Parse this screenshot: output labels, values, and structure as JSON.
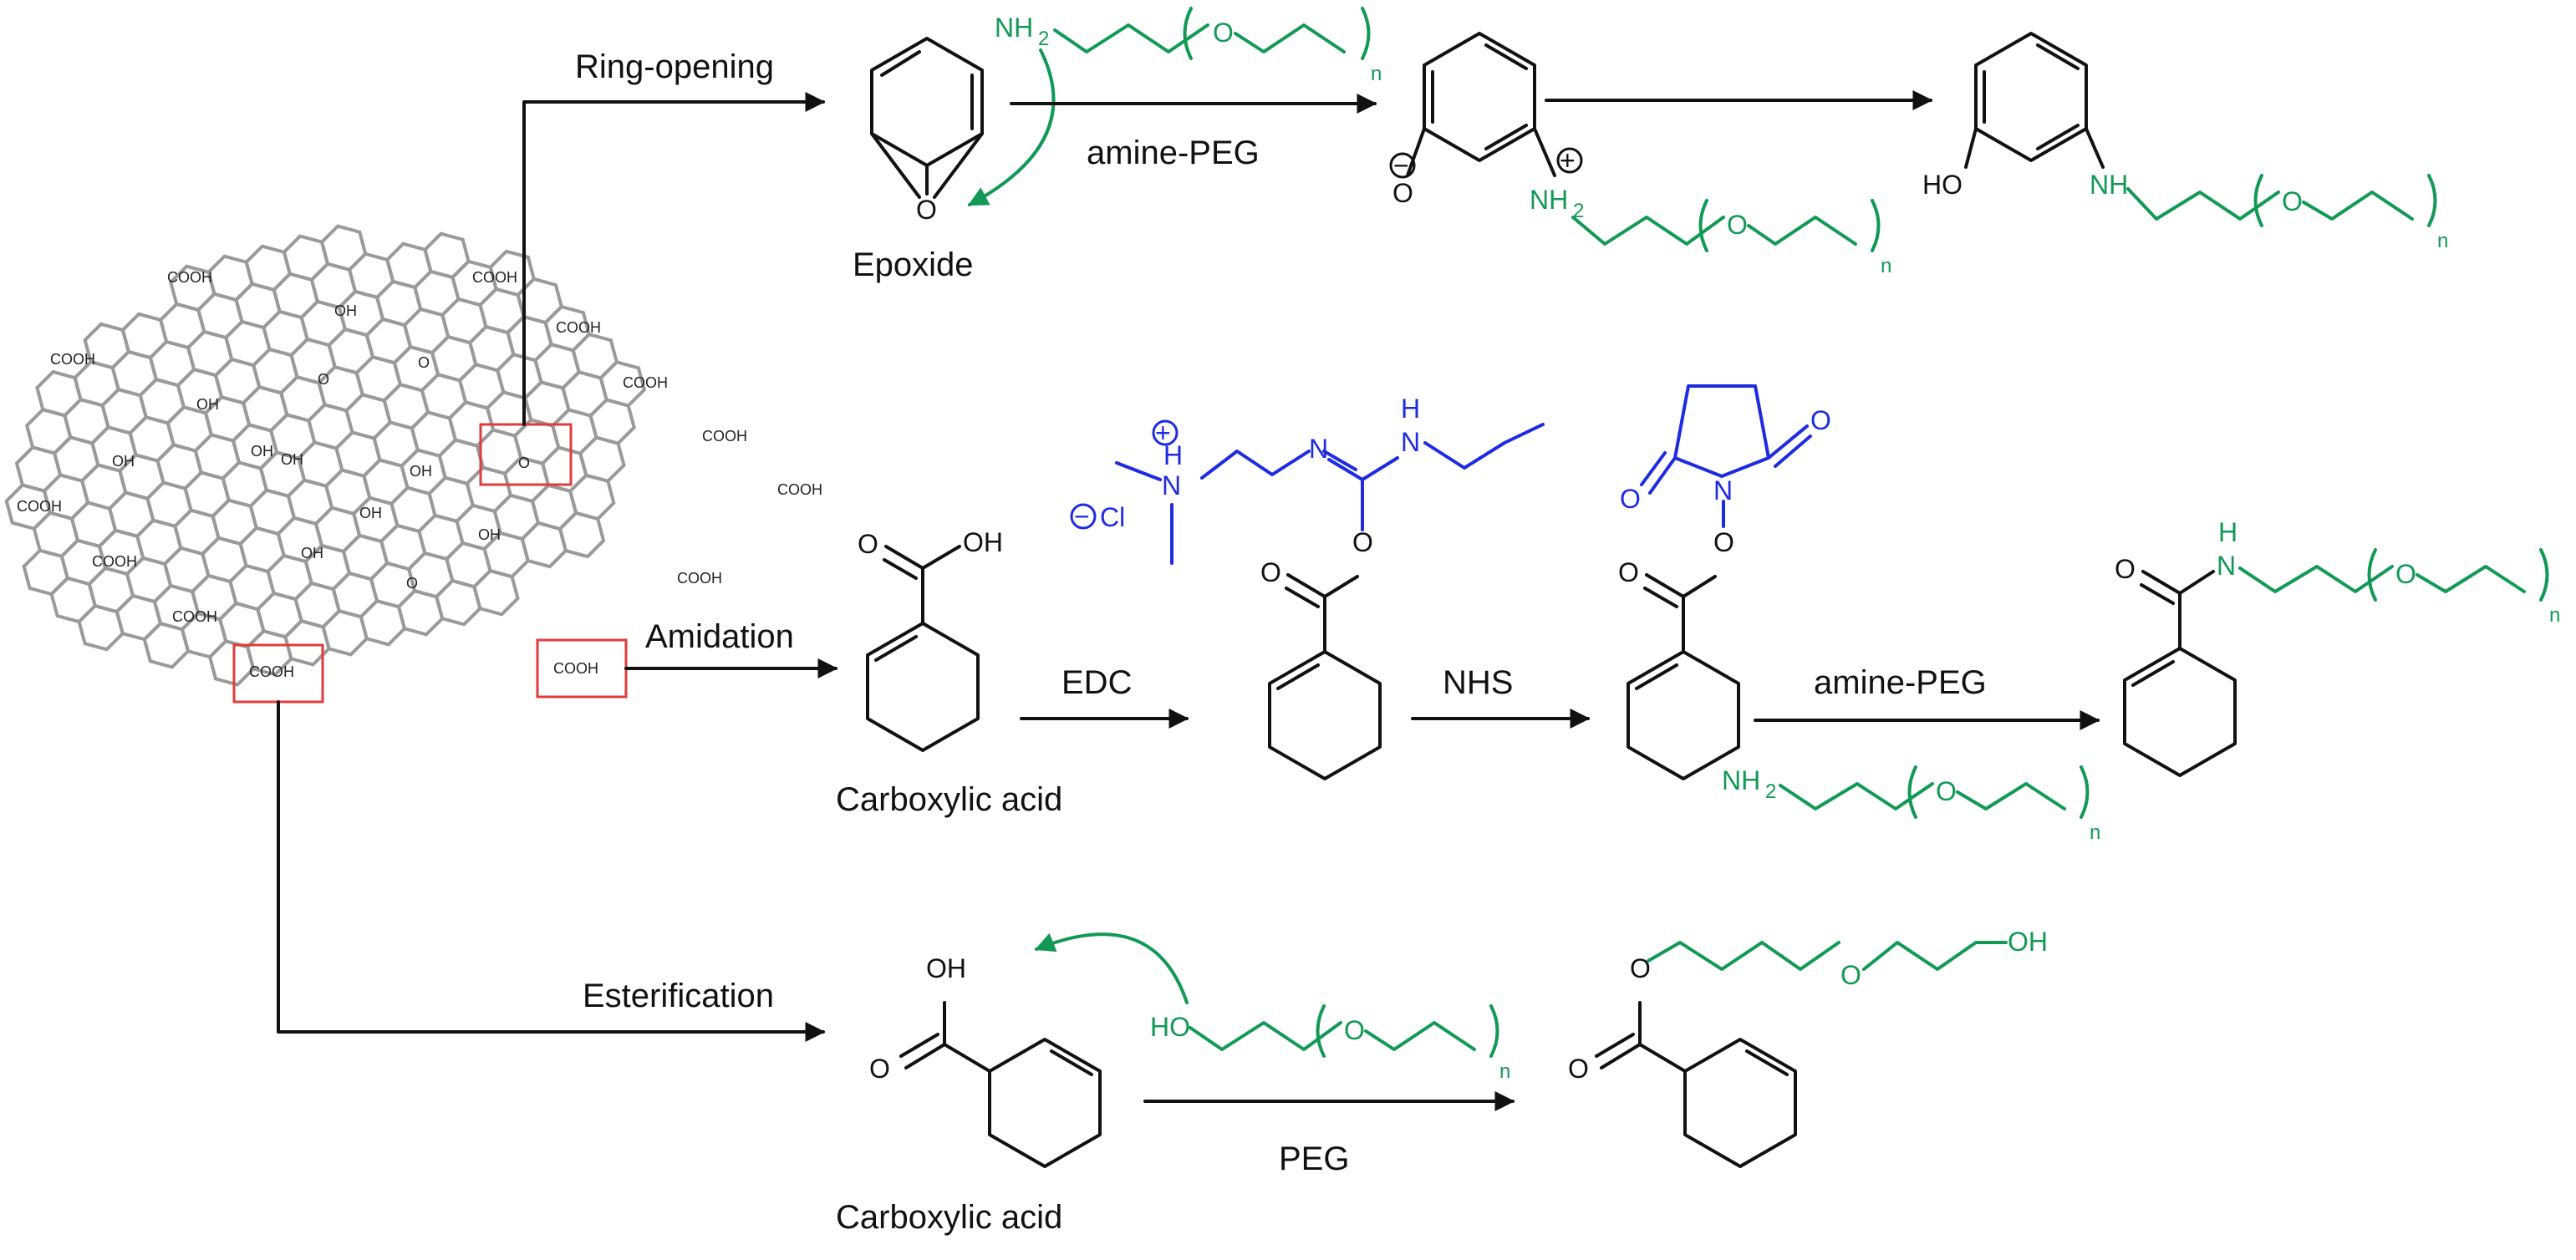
{
  "steps": {
    "ring_opening": "Ring-opening",
    "amidation": "Amidation",
    "esterification": "Esterification"
  },
  "reagents": {
    "amine_peg_1": "amine-PEG",
    "edc": "EDC",
    "nhs": "NHS",
    "amine_peg_2": "amine-PEG",
    "peg": "PEG"
  },
  "captions": {
    "epoxide": "Epoxide",
    "carboxylic_acid_1": "Carboxylic acid",
    "carboxylic_acid_2": "Carboxylic acid"
  },
  "atoms": {
    "o": "O",
    "n": "N",
    "h": "H",
    "nh": "NH",
    "nh2": "NH",
    "sub2": "2",
    "sub_n": "n",
    "oh": "OH",
    "ho": "HO",
    "cl": "Cl",
    "plus": "+",
    "minus": "−"
  },
  "go_labels": {
    "cooh": "COOH",
    "oh": "OH",
    "o": "O"
  },
  "colors": {
    "peg": "#119955",
    "edc_nhs": "#1f2be0",
    "highlight_box": "#e23b3b",
    "graphene": "#9a9a9a",
    "text": "#111111"
  }
}
